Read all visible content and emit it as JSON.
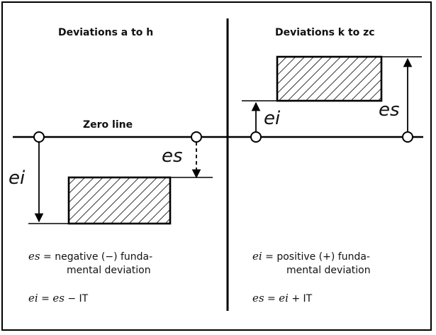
{
  "left": {
    "title": "Deviations a to h",
    "zero_line": "Zero line",
    "es": "es",
    "ei": "ei",
    "caption1": {
      "var": "es",
      "text1": " = negative (−) funda-",
      "text2": "mental deviation"
    },
    "caption2": {
      "var1": "ei",
      "eq": " = ",
      "var2": "es",
      "rest": " − IT"
    }
  },
  "right": {
    "title": "Deviations k to zc",
    "ei": "ei",
    "es": "es",
    "caption1": {
      "var": "ei",
      "text1": " = positive (+) funda-",
      "text2": "mental deviation"
    },
    "caption2": {
      "var1": "es",
      "eq": " = ",
      "var2": "ei",
      "rest": " + IT"
    }
  }
}
